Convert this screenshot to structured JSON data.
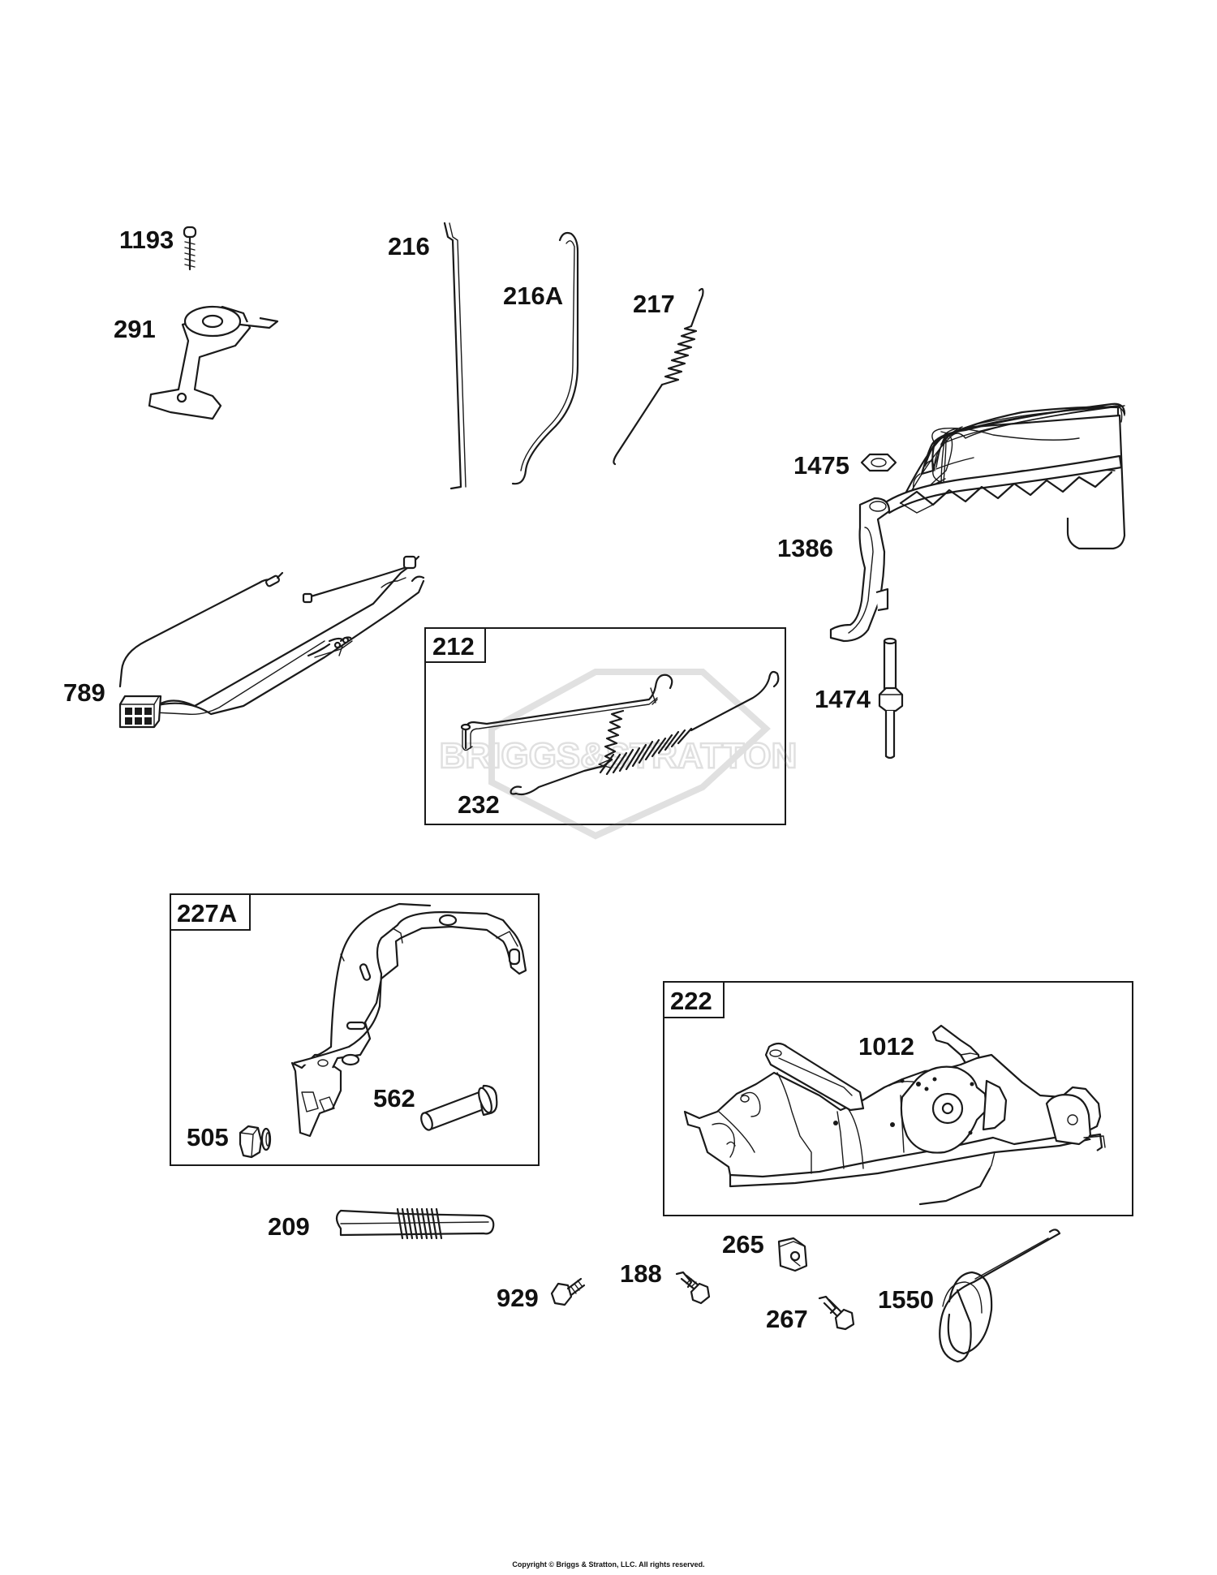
{
  "watermark": "BRIGGS&STRATTON",
  "boxes": {
    "b212": "212",
    "b227A": "227A",
    "b222": "222"
  },
  "labels": {
    "p1193": "1193",
    "p291": "291",
    "p216": "216",
    "p216A": "216A",
    "p217": "217",
    "p1475": "1475",
    "p1386": "1386",
    "p789": "789",
    "p232": "232",
    "p1474": "1474",
    "p562": "562",
    "p505": "505",
    "p1012": "1012",
    "p209": "209",
    "p929": "929",
    "p188": "188",
    "p265": "265",
    "p267": "267",
    "p1550": "1550"
  },
  "copyright": "Copyright © Briggs & Stratton, LLC. All rights reserved."
}
